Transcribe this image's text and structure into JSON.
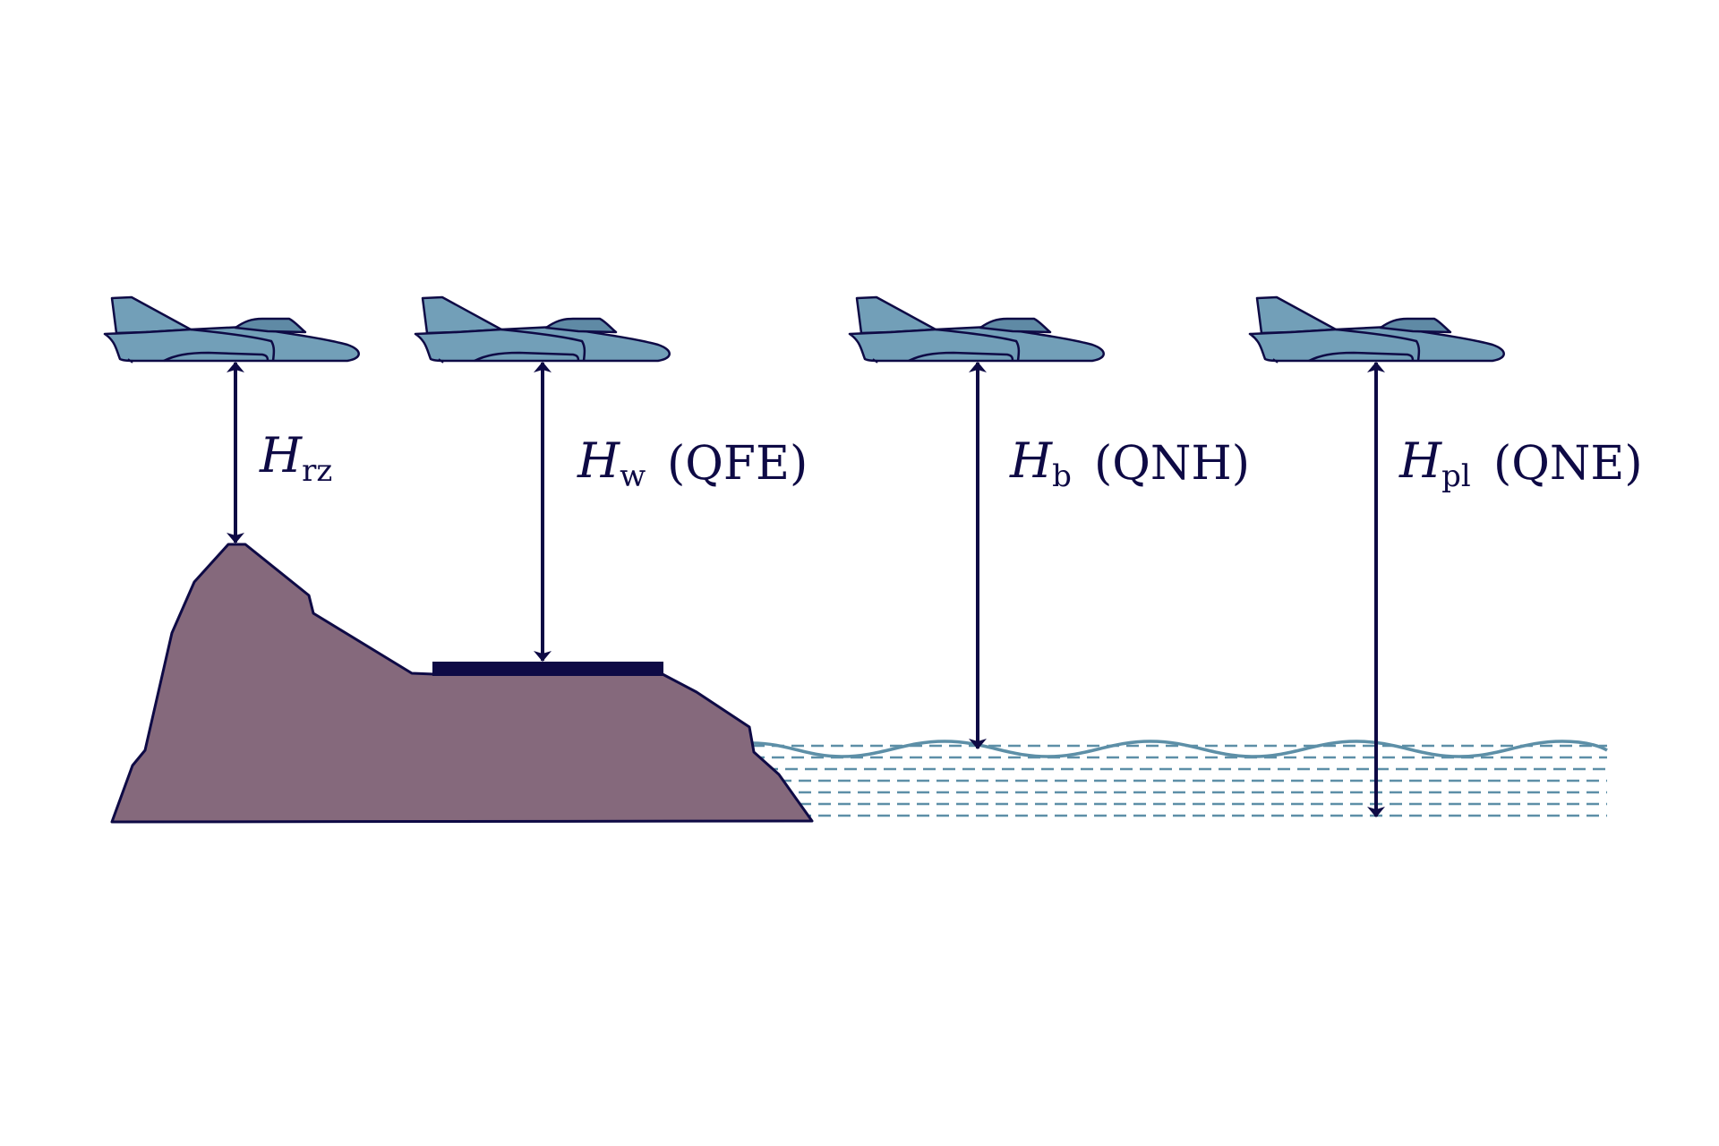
{
  "colors": {
    "ink": "#0e0a45",
    "aircraft": "#729fb8",
    "cockpit": "#5f8aa5",
    "terrain": "#85697c",
    "water": "#5d8fa7"
  },
  "icons": [
    "airplane-icon"
  ],
  "altitudes": [
    {
      "id": "hrz",
      "symbol": "H",
      "subscript": "rz",
      "code": ""
    },
    {
      "id": "hw",
      "symbol": "H",
      "subscript": "w",
      "code": "(QFE)"
    },
    {
      "id": "hb",
      "symbol": "H",
      "subscript": "b",
      "code": "(QNH)"
    },
    {
      "id": "hpl",
      "symbol": "H",
      "subscript": "pl",
      "code": "(QNE)"
    }
  ]
}
